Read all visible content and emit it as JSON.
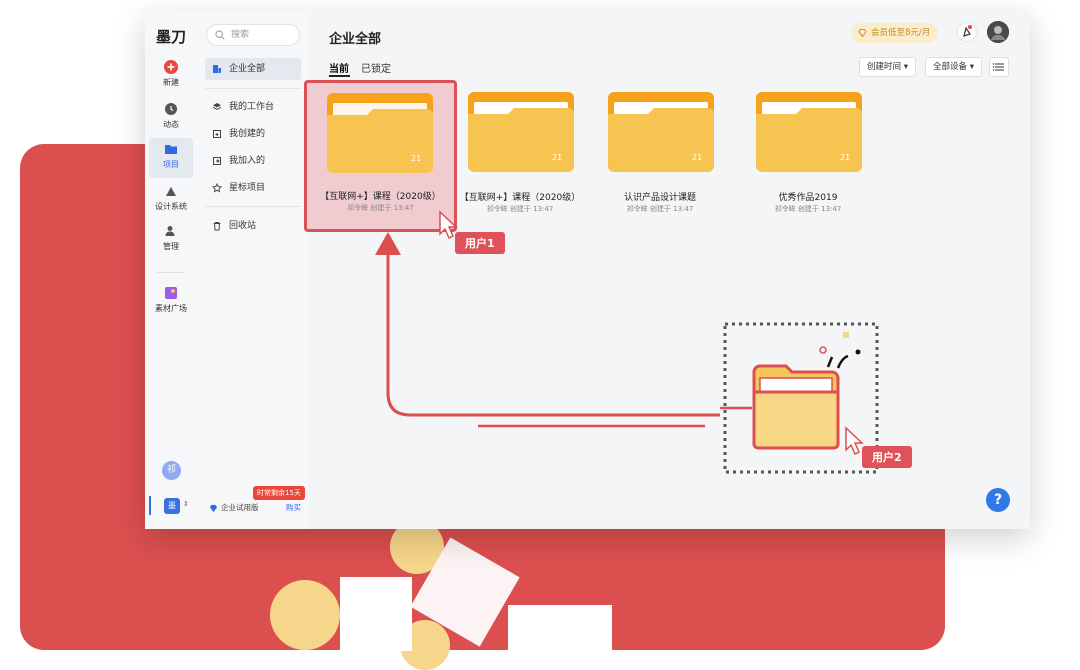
{
  "colors": {
    "accent": "#2f6ae0",
    "brand_red": "#dc4f4f",
    "folder": "#f7c452",
    "folder_tab": "#f6a21d"
  },
  "rail": {
    "logo": "墨刀",
    "items": [
      {
        "label": "新建",
        "icon": "plus-icon"
      },
      {
        "label": "动态",
        "icon": "clock-icon"
      },
      {
        "label": "项目",
        "icon": "folder-icon"
      },
      {
        "label": "设计系统",
        "icon": "design-icon"
      },
      {
        "label": "管理",
        "icon": "users-icon"
      },
      {
        "label": "素材广场",
        "icon": "gallery-icon"
      }
    ],
    "avatar_initial": "祁",
    "team_label": "墨"
  },
  "sidebar": {
    "search_placeholder": "搜索",
    "items": [
      {
        "label": "企业全部",
        "icon": "company-icon"
      },
      {
        "label": "我的工作台",
        "icon": "layers-icon"
      },
      {
        "label": "我创建的",
        "icon": "created-icon"
      },
      {
        "label": "我加入的",
        "icon": "joined-icon"
      },
      {
        "label": "星标项目",
        "icon": "star-icon"
      },
      {
        "label": "回收站",
        "icon": "trash-icon"
      }
    ],
    "trial_badge": "时常剩余15天",
    "trial_label": "企业试用版",
    "buy_label": "购买"
  },
  "header": {
    "title": "企业全部",
    "promo": "会员低至8元/月",
    "tabs": [
      "当前",
      "已锁定"
    ],
    "sort_button": "创建时间",
    "device_button": "全部设备"
  },
  "cards": [
    {
      "name": "【互联网+】课程（2020级）",
      "meta": "祁令眸 创建于 13:47",
      "count": "21"
    },
    {
      "name": "【互联网+】课程（2020级）",
      "meta": "祁令眸 创建于 13:47",
      "count": "21"
    },
    {
      "name": "认识产品设计课题",
      "meta": "祁令眸 创建于 13:47",
      "count": "21"
    },
    {
      "name": "优秀作品2019",
      "meta": "祁令眸 创建于 13:47",
      "count": "21"
    }
  ],
  "help": "?",
  "overlay": {
    "user1": "用户1",
    "user2": "用户2"
  }
}
